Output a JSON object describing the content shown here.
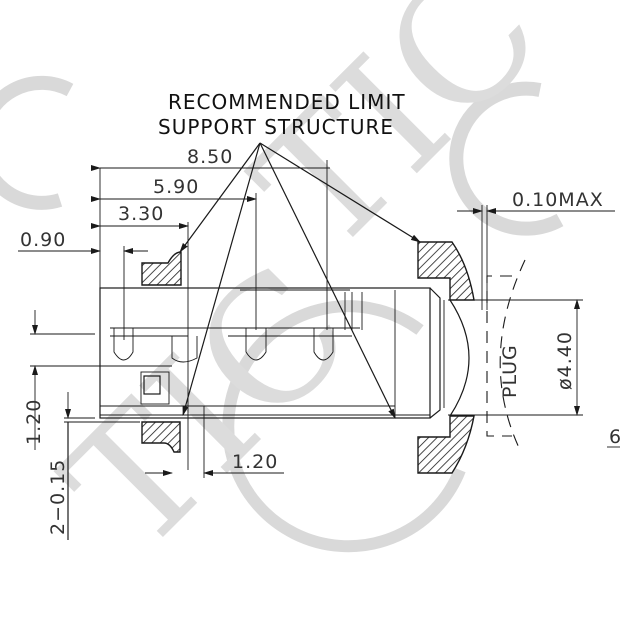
{
  "title": {
    "line1": "RECOMMENDED LIMIT",
    "line2": "SUPPORT STRUCTURE"
  },
  "dimensions": {
    "d_8_50": "8.50",
    "d_5_90": "5.90",
    "d_3_30": "3.30",
    "d_0_90": "0.90",
    "d_0_10max": "0.10MAX",
    "d_dia_4_40": "ø4.40",
    "d_1_20_vertical": "1.20",
    "d_1_20_horizontal": "1.20",
    "d_2_0_15": "2−0.15",
    "d_partial_right": "6"
  },
  "labels": {
    "plug": "PLUG"
  },
  "watermark": {
    "text": "TIC",
    "color": "#d9d9d9"
  },
  "colors": {
    "line": "#1a1a1a",
    "dim_text": "#333333",
    "background": "#ffffff"
  }
}
